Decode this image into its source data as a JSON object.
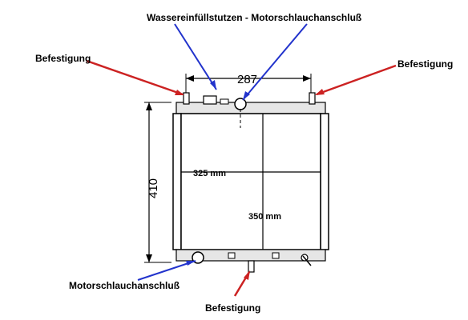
{
  "labels": {
    "top_callout": "Wassereinfüllstutzen - Motorschlauchanschluß",
    "left_mount": "Befestigung",
    "right_mount": "Befestigung",
    "bottom_mount": "Befestigung",
    "bottom_hose": "Motorschlauchanschluß"
  },
  "dimensions": {
    "top_width": "287",
    "height": "410",
    "core_width": "325 mm",
    "core_height": "350 mm"
  },
  "colors": {
    "red_arrow": "#cc2222",
    "blue_arrow": "#2233cc",
    "outline": "#000000",
    "tank_fill": "#e6e6e6"
  }
}
